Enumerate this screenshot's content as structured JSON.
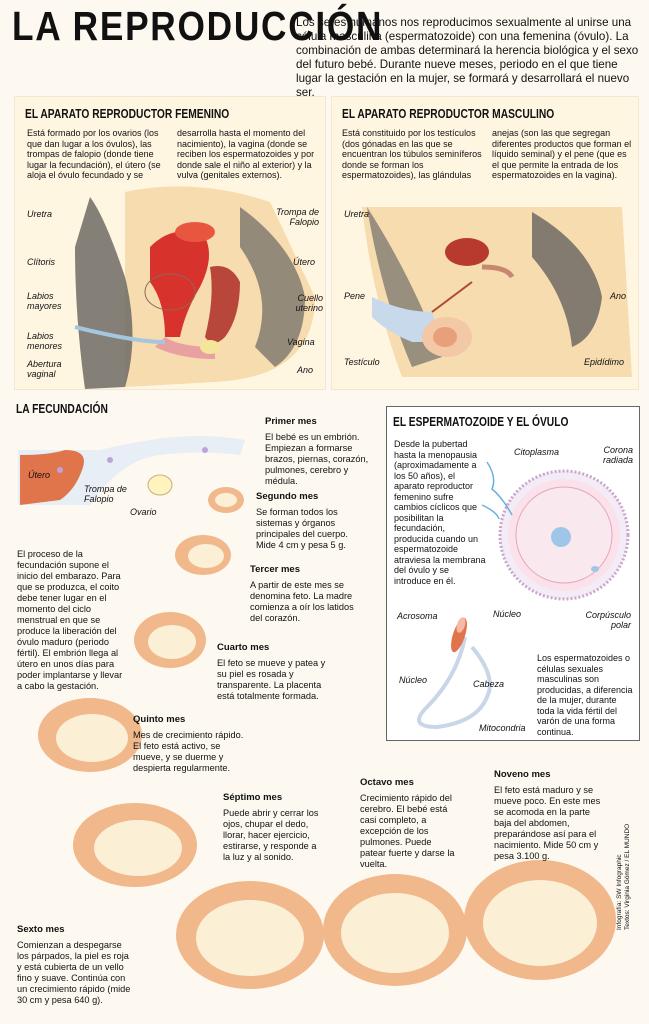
{
  "title": "LA REPRODUCCIÓN",
  "intro": "Los seres humanos nos reproducimos sexualmente al unirse una célula masculina (espermatozoide) con una femenina (óvulo). La combinación de ambas determinará la herencia biológica y el sexo del futuro bebé. Durante nueve meses, periodo en el que tiene lugar la gestación en la mujer, se formará y desarrollará el nuevo ser.",
  "female": {
    "title": "EL APARATO REPRODUCTOR FEMENINO",
    "text_col1": "Está formado por los ovarios (los que dan lugar a los óvulos), las trompas de falopio (donde tiene lugar la fecundación), el útero (se aloja el óvulo fecundado y se",
    "text_col2": "desarrolla hasta el momento del nacimiento), la vagina (donde se reciben los espermatozoides y por donde sale el niño al exterior) y la vulva (genitales externos).",
    "labels": {
      "uretra": "Uretra",
      "clitoris": "Clítoris",
      "labios_mayores": "Labios mayores",
      "labios_menores": "Labios menores",
      "abertura_vaginal": "Abertura vaginal",
      "trompa": "Trompa de Falopio",
      "utero": "Útero",
      "cuello": "Cuello uterino",
      "vagina": "Vagina",
      "ano": "Ano"
    }
  },
  "male": {
    "title": "EL APARATO REPRODUCTOR MASCULINO",
    "text_col1": "Está constituido por los testículos (dos gónadas en las que se encuentran los túbulos seminíferos donde se forman los espermatozoides), las glándulas",
    "text_col2": "anejas (son las que segregan diferentes productos que forman el líquido seminal) y el pene (que es el que permite la entrada de los espermatozoides en la vagina).",
    "labels": {
      "uretra": "Uretra",
      "pene": "Pene",
      "testiculo": "Testículo",
      "ano": "Ano",
      "epididimo": "Epidídimo"
    }
  },
  "fecundacion": {
    "title": "LA FECUNDACIÓN",
    "text": "El proceso de la fecundación supone el inicio del embarazo. Para que se produzca, el coito debe tener lugar en el momento del ciclo menstrual en que se produce la liberación del óvulo maduro (periodo fértil). El embrión llega al útero en unos días para poder implantarse y llevar a cabo la gestación.",
    "labels": {
      "utero": "Útero",
      "trompa": "Trompa de Falopio",
      "ovario": "Ovario"
    }
  },
  "months": [
    {
      "name": "Primer mes",
      "text": "El bebé es un embrión. Empiezan a formarse brazos, piernas, corazón, pulmones, cerebro y médula."
    },
    {
      "name": "Segundo mes",
      "text": "Se forman todos los sistemas y órganos principales del cuerpo. Mide 4 cm y pesa 5 g."
    },
    {
      "name": "Tercer mes",
      "text": "A partir de este mes se denomina feto. La madre comienza a oír los latidos del corazón."
    },
    {
      "name": "Cuarto mes",
      "text": "El feto se mueve y patea y su piel es rosada y transparente. La placenta está totalmente formada."
    },
    {
      "name": "Quinto mes",
      "text": "Mes de crecimiento rápido. El feto está activo, se mueve, y se duerme y despierta regularmente."
    },
    {
      "name": "Sexto mes",
      "text": "Comienzan a despegarse los párpados, la piel es roja y está cubierta de un vello fino y suave. Continúa con un crecimiento rápido (mide 30 cm y pesa 640 g)."
    },
    {
      "name": "Séptimo mes",
      "text": "Puede abrir y cerrar los ojos, chupar el dedo, llorar, hacer ejercicio, estirarse, y responde a la luz y al sonido."
    },
    {
      "name": "Octavo mes",
      "text": "Crecimiento rápido del cerebro. El bebé está casi completo, a excepción de los pulmones. Puede patear fuerte y darse la vuelta."
    },
    {
      "name": "Noveno mes",
      "text": "El feto está maduro y se mueve poco. En este mes se acomoda en la parte baja del abdomen, preparándose así para el nacimiento. Mide 50 cm y pesa 3.100 g."
    }
  ],
  "sperm_ovum": {
    "title": "EL ESPERMATOZOIDE Y EL ÓVULO",
    "text1": "Desde la pubertad hasta la menopausia (aproximadamente a los 50 años), el aparato reproductor femenino sufre cambios cíclicos que posibilitan la fecundación, producida cuando un espermatozoide atraviesa la membrana del óvulo y se introduce en él.",
    "text2": "Los espermatozoides o células sexuales masculinas son producidas, a diferencia de la mujer, durante toda la vida fértil del varón de una forma continua.",
    "labels": {
      "citoplasma": "Citoplasma",
      "corona": "Corona radiada",
      "nucleo_ovulo": "Núcleo",
      "corpusculo": "Corpúsculo polar",
      "acrosoma": "Acrosoma",
      "nucleo_esp": "Núcleo",
      "cabeza": "Cabeza",
      "mitocondria": "Mitocondria"
    }
  },
  "credits": [
    "Infografía: SW Infographic",
    "Textos: Virginia Gómez / EL MUNDO"
  ],
  "colors": {
    "background": "#fdf9f1",
    "panel": "#fff6e2",
    "uterus": "#d7322b",
    "skin": "#f6dcae",
    "embryo": "#f0c8a6"
  }
}
